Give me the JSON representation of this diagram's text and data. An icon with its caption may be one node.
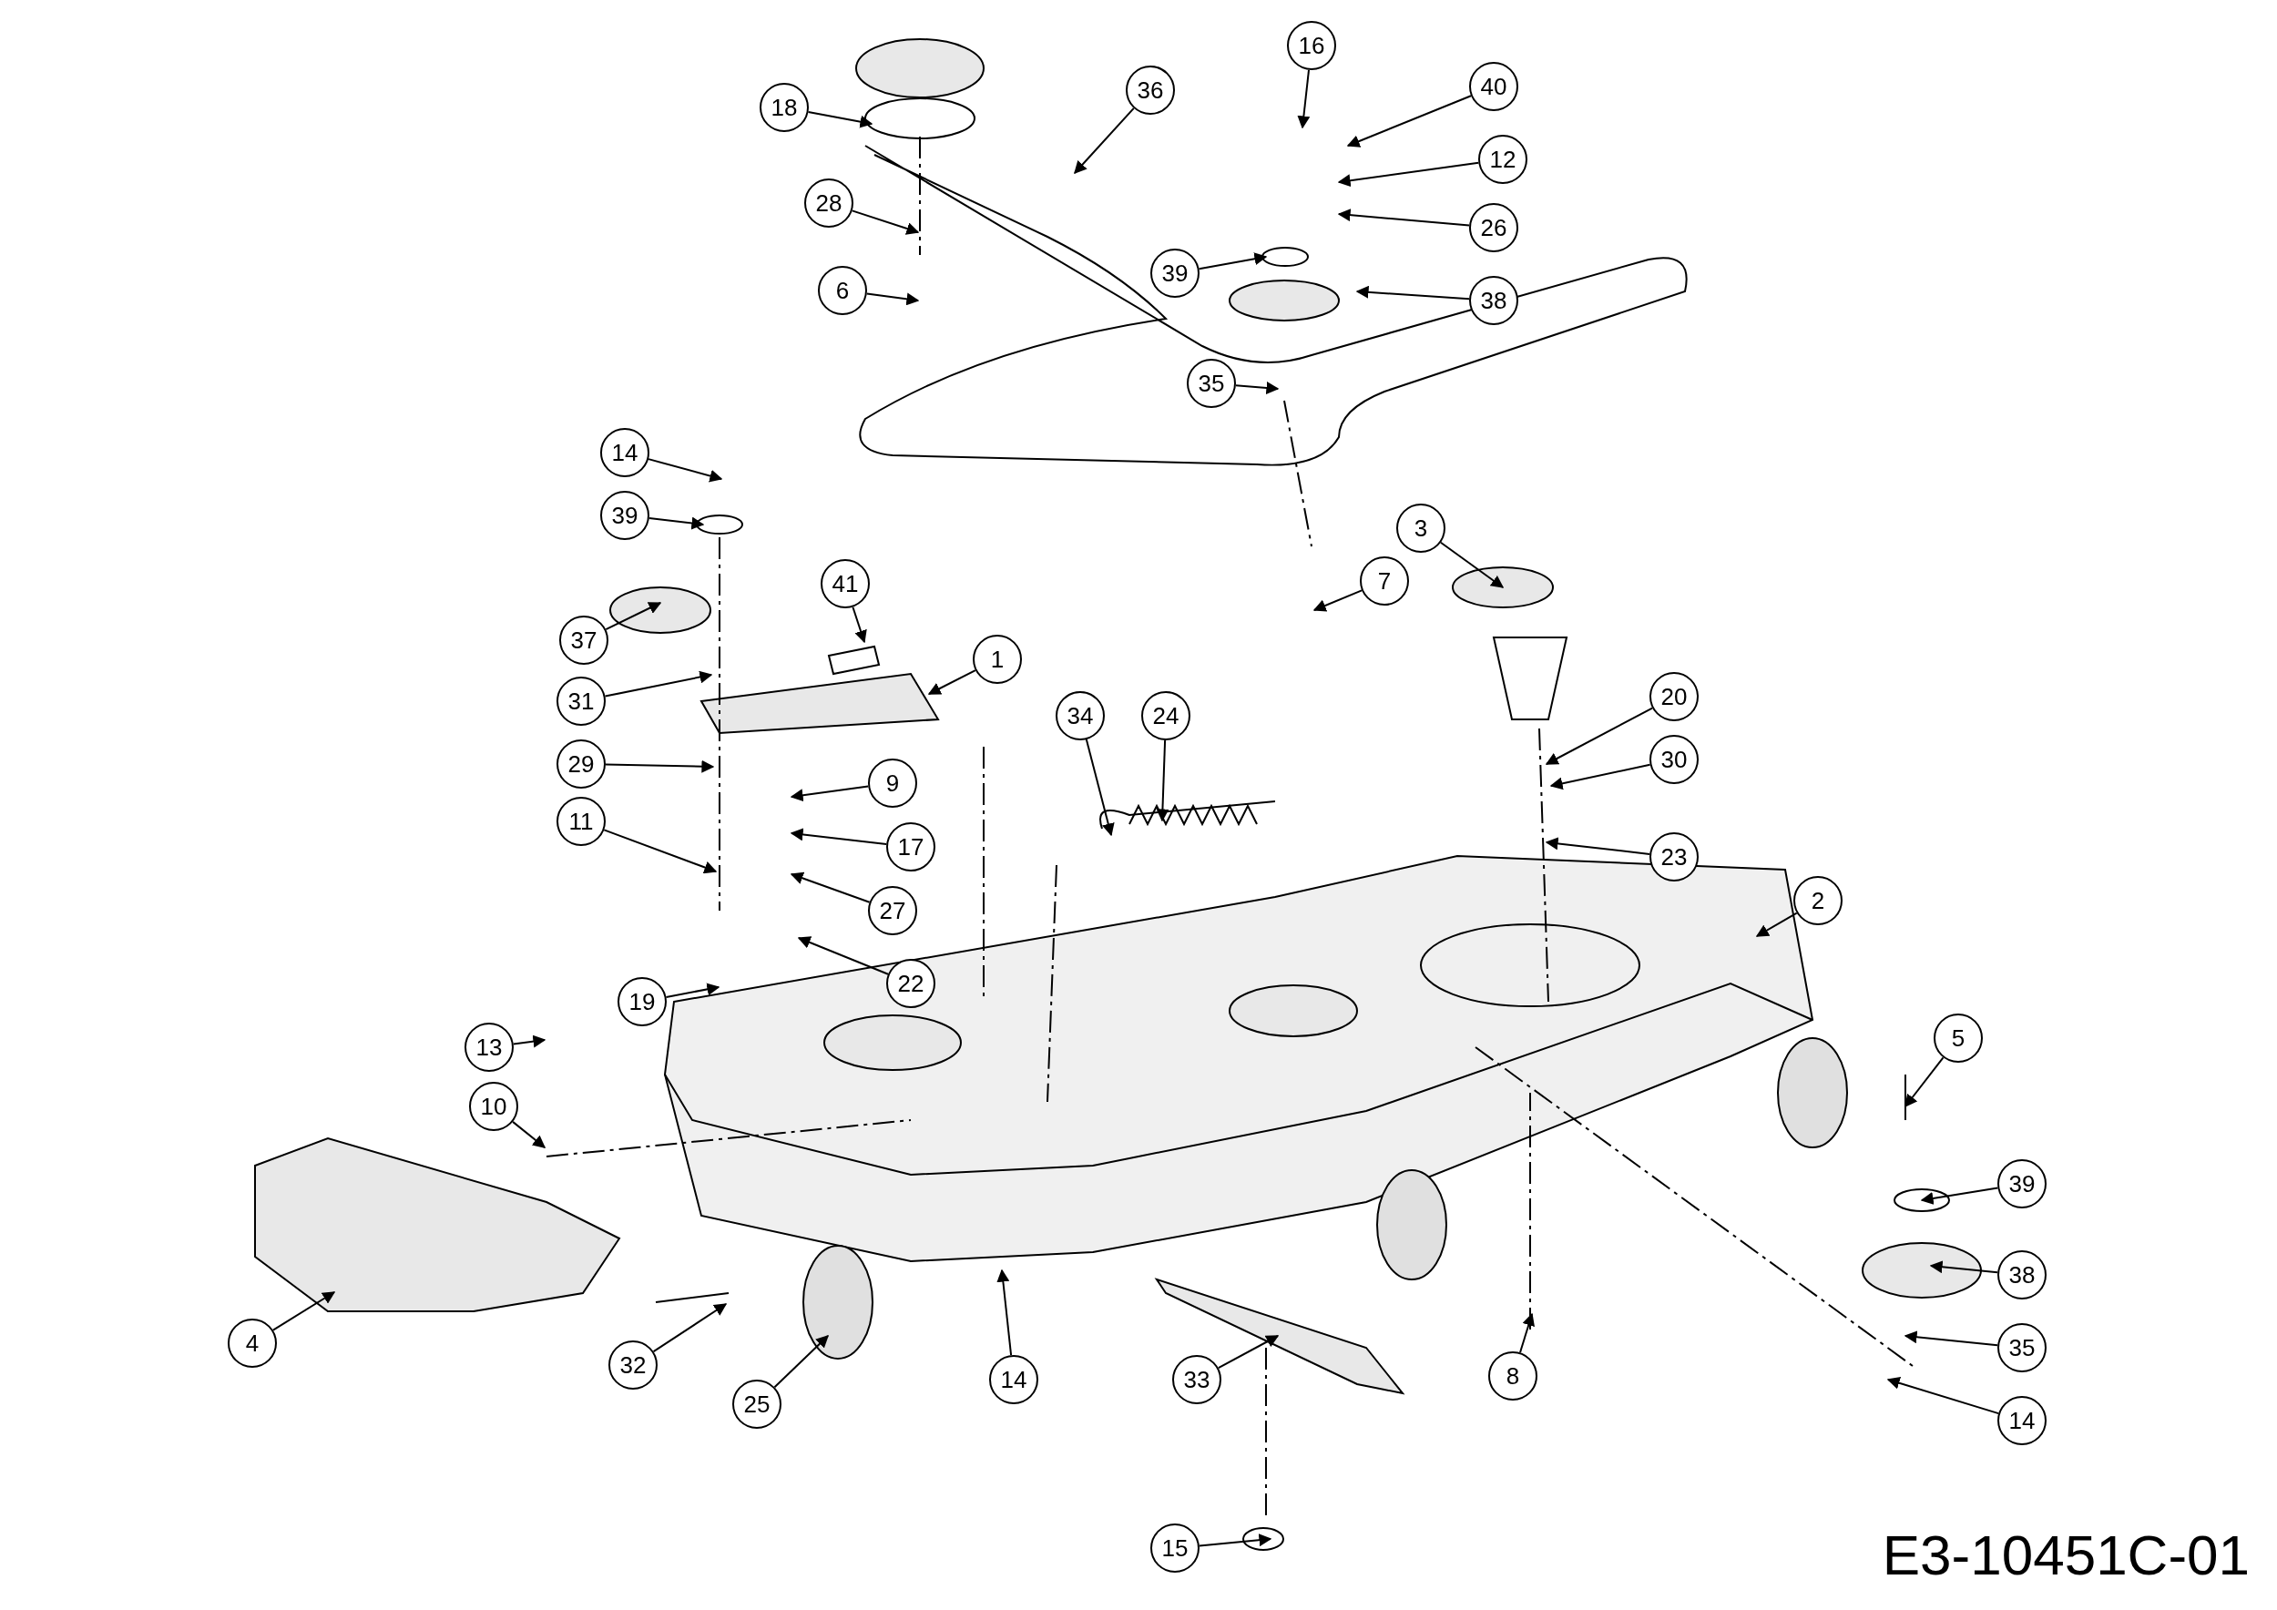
{
  "diagram": {
    "nodes": [
      {
        "text": [
          "16"
        ]
      },
      {
        "text": [
          "36"
        ]
      },
      {
        "text": [
          "40"
        ]
      },
      {
        "text": [
          "18"
        ]
      },
      {
        "text": [
          "12"
        ]
      },
      {
        "text": [
          "28"
        ]
      },
      {
        "text": [
          "26"
        ]
      },
      {
        "text": [
          "39"
        ]
      },
      {
        "text": [
          "38"
        ]
      },
      {
        "text": [
          "6"
        ]
      },
      {
        "text": [
          "35"
        ]
      },
      {
        "text": [
          "14"
        ]
      },
      {
        "text": [
          "39"
        ]
      },
      {
        "text": [
          "3"
        ]
      },
      {
        "text": [
          "7"
        ]
      },
      {
        "text": [
          "41"
        ]
      },
      {
        "text": [
          "37"
        ]
      },
      {
        "text": [
          "1"
        ]
      },
      {
        "text": [
          "20"
        ]
      },
      {
        "text": [
          "31"
        ]
      },
      {
        "text": [
          "34"
        ]
      },
      {
        "text": [
          "24"
        ]
      },
      {
        "text": [
          "30"
        ]
      },
      {
        "text": [
          "29"
        ]
      },
      {
        "text": [
          "9"
        ]
      },
      {
        "text": [
          "11"
        ]
      },
      {
        "text": [
          "17"
        ]
      },
      {
        "text": [
          "23"
        ]
      },
      {
        "text": [
          "27"
        ]
      },
      {
        "text": [
          "2"
        ]
      },
      {
        "text": [
          "22"
        ]
      },
      {
        "text": [
          "19"
        ]
      },
      {
        "text": [
          "13"
        ]
      },
      {
        "text": [
          "5"
        ]
      },
      {
        "text": [
          "10"
        ]
      },
      {
        "text": [
          "39"
        ]
      },
      {
        "text": [
          "38"
        ]
      },
      {
        "text": [
          "35"
        ]
      },
      {
        "text": [
          "4"
        ]
      },
      {
        "text": [
          "32"
        ]
      },
      {
        "text": [
          "8"
        ]
      },
      {
        "text": [
          "14"
        ]
      },
      {
        "text": [
          "33"
        ]
      },
      {
        "text": [
          "14"
        ]
      },
      {
        "text": [
          "25"
        ]
      },
      {
        "text": [
          "15"
        ]
      }
    ],
    "edges": [
      {
        "from": 0,
        "to": null,
        "arrow": "to"
      },
      {
        "from": 1,
        "to": null,
        "arrow": "to"
      },
      {
        "from": 2,
        "to": null,
        "arrow": "to"
      },
      {
        "from": 3,
        "to": null,
        "arrow": "to"
      },
      {
        "from": 4,
        "to": null,
        "arrow": "to"
      },
      {
        "from": 5,
        "to": null,
        "arrow": "to"
      },
      {
        "from": 6,
        "to": null,
        "arrow": "to"
      },
      {
        "from": 7,
        "to": null,
        "arrow": "to"
      },
      {
        "from": 8,
        "to": null,
        "arrow": "to"
      },
      {
        "from": 9,
        "to": null,
        "arrow": "to"
      },
      {
        "from": 10,
        "to": null,
        "arrow": "to"
      },
      {
        "from": 11,
        "to": null,
        "arrow": "to"
      },
      {
        "from": 12,
        "to": null,
        "arrow": "to"
      },
      {
        "from": 13,
        "to": null,
        "arrow": "to"
      },
      {
        "from": 14,
        "to": null,
        "arrow": "to"
      },
      {
        "from": 15,
        "to": null,
        "arrow": "to"
      },
      {
        "from": 16,
        "to": null,
        "arrow": "to"
      },
      {
        "from": 17,
        "to": null,
        "arrow": "to"
      },
      {
        "from": 18,
        "to": null,
        "arrow": "to"
      },
      {
        "from": 19,
        "to": null,
        "arrow": "to"
      },
      {
        "from": 20,
        "to": null,
        "arrow": "to"
      },
      {
        "from": 21,
        "to": null,
        "arrow": "to"
      },
      {
        "from": 22,
        "to": null,
        "arrow": "to"
      },
      {
        "from": 23,
        "to": null,
        "arrow": "to"
      },
      {
        "from": 24,
        "to": null,
        "arrow": "to"
      },
      {
        "from": 25,
        "to": null,
        "arrow": "to"
      },
      {
        "from": 26,
        "to": null,
        "arrow": "to"
      },
      {
        "from": 27,
        "to": null,
        "arrow": "to"
      },
      {
        "from": 28,
        "to": null,
        "arrow": "to"
      },
      {
        "from": 29,
        "to": null,
        "arrow": "to"
      },
      {
        "from": 30,
        "to": null,
        "arrow": "to"
      },
      {
        "from": 31,
        "to": null,
        "arrow": "to"
      },
      {
        "from": 32,
        "to": null,
        "arrow": "to"
      },
      {
        "from": 33,
        "to": null,
        "arrow": "to"
      },
      {
        "from": 34,
        "to": null,
        "arrow": "to"
      },
      {
        "from": 35,
        "to": null,
        "arrow": "to"
      },
      {
        "from": 36,
        "to": null,
        "arrow": "to"
      },
      {
        "from": 37,
        "to": null,
        "arrow": "to"
      },
      {
        "from": 38,
        "to": null,
        "arrow": "to"
      },
      {
        "from": 39,
        "to": null,
        "arrow": "to"
      },
      {
        "from": 40,
        "to": null,
        "arrow": "to"
      },
      {
        "from": 41,
        "to": null,
        "arrow": "to"
      },
      {
        "from": 42,
        "to": null,
        "arrow": "to"
      },
      {
        "from": 43,
        "to": null,
        "arrow": "to"
      },
      {
        "from": 44,
        "to": null,
        "arrow": "to"
      },
      {
        "from": 45,
        "to": null,
        "arrow": "to"
      }
    ],
    "labels": [
      "E3-10451C-01"
    ]
  }
}
